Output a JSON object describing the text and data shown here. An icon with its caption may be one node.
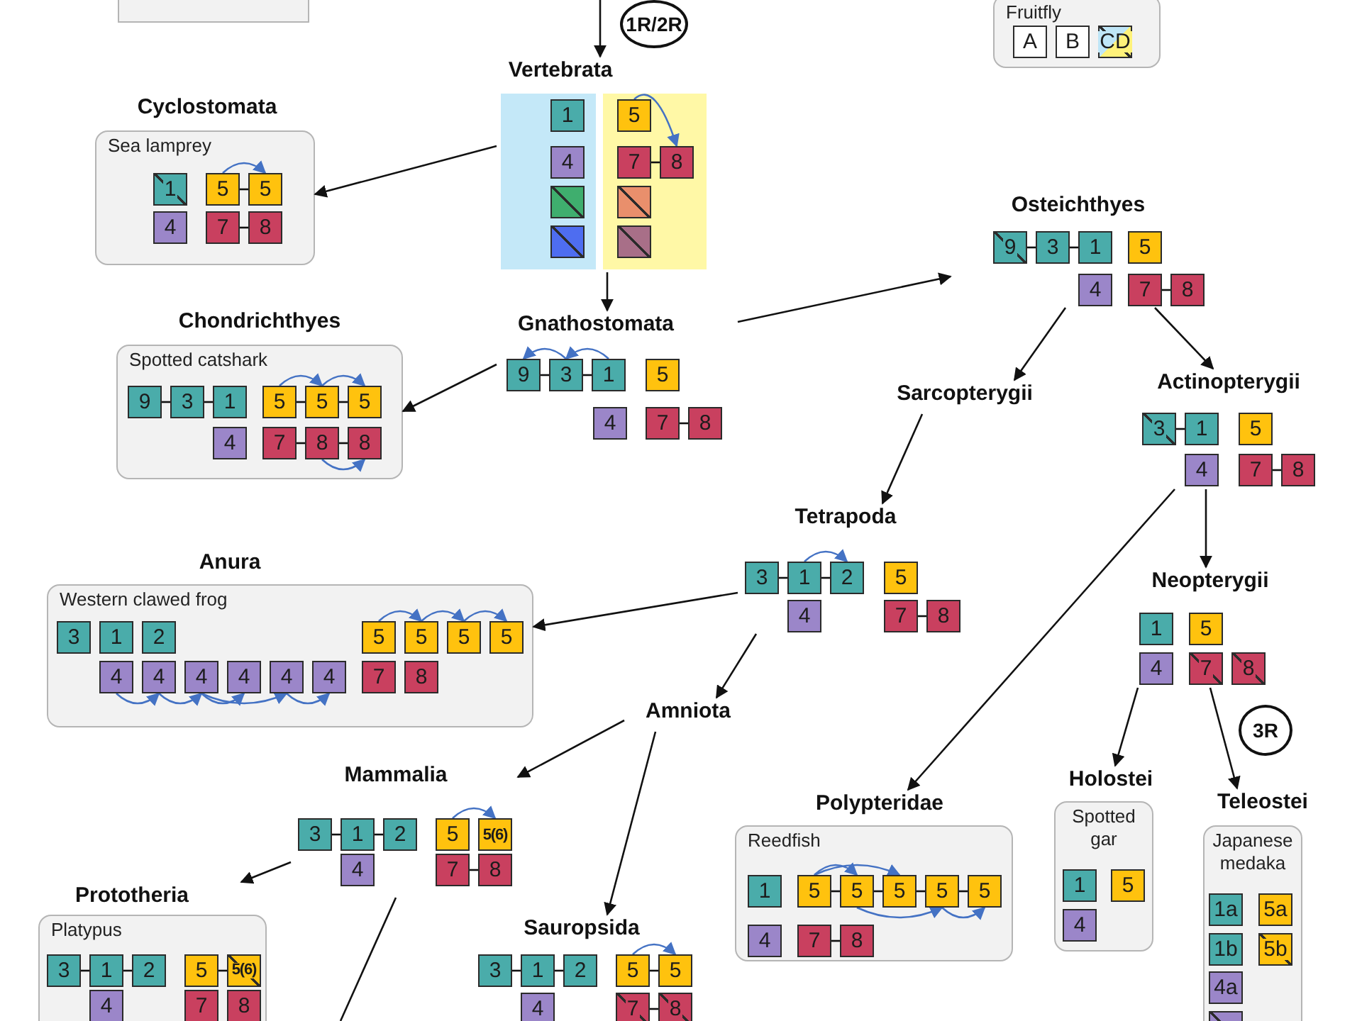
{
  "diagram": {
    "nodes": [
      {
        "text": [],
        "shape": "box"
      },
      {
        "text": [
          "1R/2R"
        ]
      },
      {
        "text": [
          "Fruitfly"
        ]
      },
      {
        "text": [
          "A"
        ],
        "in": 2
      },
      {
        "text": [
          "B"
        ],
        "in": 2
      },
      {
        "text": [
          "CD"
        ],
        "in": 2
      },
      {
        "text": [
          "Vertebrata"
        ]
      },
      {
        "text": [],
        "shape": "box",
        "in": 6
      },
      {
        "text": [
          "1"
        ],
        "in": 7
      },
      {
        "text": [
          "4"
        ],
        "in": 7
      },
      {
        "text": [],
        "shape": "box",
        "in": 7
      },
      {
        "text": [],
        "shape": "box",
        "in": 7
      },
      {
        "text": [],
        "shape": "box",
        "in": 6
      },
      {
        "text": [
          "5"
        ],
        "in": 12
      },
      {
        "text": [
          "7"
        ],
        "in": 12
      },
      {
        "text": [
          "8"
        ],
        "in": 12
      },
      {
        "text": [],
        "shape": "box",
        "in": 12
      },
      {
        "text": [],
        "shape": "box",
        "in": 12
      },
      {
        "text": [
          "Cyclostomata",
          "Sea lamprey"
        ]
      },
      {
        "text": [
          "1"
        ],
        "in": 18
      },
      {
        "text": [
          "5"
        ],
        "in": 18
      },
      {
        "text": [
          "5"
        ],
        "in": 18
      },
      {
        "text": [
          "4"
        ],
        "in": 18
      },
      {
        "text": [
          "7"
        ],
        "in": 18
      },
      {
        "text": [
          "8"
        ],
        "in": 18
      },
      {
        "text": [
          "Osteichthyes"
        ]
      },
      {
        "text": [
          "9"
        ],
        "in": 25
      },
      {
        "text": [
          "3"
        ],
        "in": 25
      },
      {
        "text": [
          "1"
        ],
        "in": 25
      },
      {
        "text": [
          "5"
        ],
        "in": 25
      },
      {
        "text": [
          "4"
        ],
        "in": 25
      },
      {
        "text": [
          "7"
        ],
        "in": 25
      },
      {
        "text": [
          "8"
        ],
        "in": 25
      },
      {
        "text": [
          "Gnathostomata"
        ]
      },
      {
        "text": [
          "9"
        ],
        "in": 33
      },
      {
        "text": [
          "3"
        ],
        "in": 33
      },
      {
        "text": [
          "1"
        ],
        "in": 33
      },
      {
        "text": [
          "5"
        ],
        "in": 33
      },
      {
        "text": [
          "4"
        ],
        "in": 33
      },
      {
        "text": [
          "7"
        ],
        "in": 33
      },
      {
        "text": [
          "8"
        ],
        "in": 33
      },
      {
        "text": [
          "Chondrichthyes",
          "Spotted catshark"
        ]
      },
      {
        "text": [
          "9"
        ],
        "in": 41
      },
      {
        "text": [
          "3"
        ],
        "in": 41
      },
      {
        "text": [
          "1"
        ],
        "in": 41
      },
      {
        "text": [
          "5"
        ],
        "in": 41
      },
      {
        "text": [
          "5"
        ],
        "in": 41
      },
      {
        "text": [
          "5"
        ],
        "in": 41
      },
      {
        "text": [
          "4"
        ],
        "in": 41
      },
      {
        "text": [
          "7"
        ],
        "in": 41
      },
      {
        "text": [
          "8"
        ],
        "in": 41
      },
      {
        "text": [
          "8"
        ],
        "in": 41
      },
      {
        "text": [
          "Sarcopterygii"
        ]
      },
      {
        "text": [
          "Actinopterygii"
        ]
      },
      {
        "text": [
          "3"
        ],
        "in": 53
      },
      {
        "text": [
          "1"
        ],
        "in": 53
      },
      {
        "text": [
          "5"
        ],
        "in": 53
      },
      {
        "text": [
          "4"
        ],
        "in": 53
      },
      {
        "text": [
          "7"
        ],
        "in": 53
      },
      {
        "text": [
          "8"
        ],
        "in": 53
      },
      {
        "text": [
          "Tetrapoda"
        ]
      },
      {
        "text": [
          "3"
        ],
        "in": 60
      },
      {
        "text": [
          "1"
        ],
        "in": 60
      },
      {
        "text": [
          "2"
        ],
        "in": 60
      },
      {
        "text": [
          "5"
        ],
        "in": 60
      },
      {
        "text": [
          "4"
        ],
        "in": 60
      },
      {
        "text": [
          "7"
        ],
        "in": 60
      },
      {
        "text": [
          "8"
        ],
        "in": 60
      },
      {
        "text": [
          "Anura",
          "Western clawed frog"
        ]
      },
      {
        "text": [
          "3"
        ],
        "in": 68
      },
      {
        "text": [
          "1"
        ],
        "in": 68
      },
      {
        "text": [
          "2"
        ],
        "in": 68
      },
      {
        "text": [
          "5"
        ],
        "in": 68
      },
      {
        "text": [
          "5"
        ],
        "in": 68
      },
      {
        "text": [
          "5"
        ],
        "in": 68
      },
      {
        "text": [
          "5"
        ],
        "in": 68
      },
      {
        "text": [
          "4"
        ],
        "in": 68
      },
      {
        "text": [
          "4"
        ],
        "in": 68
      },
      {
        "text": [
          "4"
        ],
        "in": 68
      },
      {
        "text": [
          "4"
        ],
        "in": 68
      },
      {
        "text": [
          "4"
        ],
        "in": 68
      },
      {
        "text": [
          "4"
        ],
        "in": 68
      },
      {
        "text": [
          "7"
        ],
        "in": 68
      },
      {
        "text": [
          "8"
        ],
        "in": 68
      },
      {
        "text": [
          "Neopterygii"
        ]
      },
      {
        "text": [
          "1"
        ],
        "in": 84
      },
      {
        "text": [
          "5"
        ],
        "in": 84
      },
      {
        "text": [
          "4"
        ],
        "in": 84
      },
      {
        "text": [
          "7"
        ],
        "in": 84
      },
      {
        "text": [
          "8"
        ],
        "in": 84
      },
      {
        "text": [
          "Amniota"
        ]
      },
      {
        "text": [
          "3R"
        ]
      },
      {
        "text": [
          "Mammalia"
        ]
      },
      {
        "text": [
          "3"
        ],
        "in": 92
      },
      {
        "text": [
          "1"
        ],
        "in": 92
      },
      {
        "text": [
          "2"
        ],
        "in": 92
      },
      {
        "text": [
          "5"
        ],
        "in": 92
      },
      {
        "text": [
          "5(6)"
        ],
        "in": 92
      },
      {
        "text": [
          "4"
        ],
        "in": 92
      },
      {
        "text": [
          "7"
        ],
        "in": 92
      },
      {
        "text": [
          "8"
        ],
        "in": 92
      },
      {
        "text": [
          "Holostei",
          "Spotted gar"
        ]
      },
      {
        "text": [
          "1"
        ],
        "in": 101
      },
      {
        "text": [
          "5"
        ],
        "in": 101
      },
      {
        "text": [
          "4"
        ],
        "in": 101
      },
      {
        "text": [
          "Polypteridae",
          "Reedfish"
        ]
      },
      {
        "text": [
          "1"
        ],
        "in": 105
      },
      {
        "text": [
          "5"
        ],
        "in": 105
      },
      {
        "text": [
          "5"
        ],
        "in": 105
      },
      {
        "text": [
          "5"
        ],
        "in": 105
      },
      {
        "text": [
          "5"
        ],
        "in": 105
      },
      {
        "text": [
          "5"
        ],
        "in": 105
      },
      {
        "text": [
          "4"
        ],
        "in": 105
      },
      {
        "text": [
          "7"
        ],
        "in": 105
      },
      {
        "text": [
          "8"
        ],
        "in": 105
      },
      {
        "text": [
          "Teleostei",
          "Japanese medaka"
        ]
      },
      {
        "text": [
          "1a"
        ],
        "in": 115
      },
      {
        "text": [
          "5a"
        ],
        "in": 115
      },
      {
        "text": [
          "1b"
        ],
        "in": 115
      },
      {
        "text": [
          "5b"
        ],
        "in": 115
      },
      {
        "text": [
          "4a"
        ],
        "in": 115
      },
      {
        "text": [],
        "shape": "box",
        "in": 115
      },
      {
        "text": [
          "Prototheria",
          "Platypus"
        ]
      },
      {
        "text": [
          "3"
        ],
        "in": 122
      },
      {
        "text": [
          "1"
        ],
        "in": 122
      },
      {
        "text": [
          "2"
        ],
        "in": 122
      },
      {
        "text": [
          "5"
        ],
        "in": 122
      },
      {
        "text": [
          "5(6)"
        ],
        "in": 122
      },
      {
        "text": [
          "4"
        ],
        "in": 122
      },
      {
        "text": [
          "7"
        ],
        "in": 122
      },
      {
        "text": [
          "8"
        ],
        "in": 122
      },
      {
        "text": [
          "Sauropsida"
        ]
      },
      {
        "text": [
          "3"
        ],
        "in": 131
      },
      {
        "text": [
          "1"
        ],
        "in": 131
      },
      {
        "text": [
          "2"
        ],
        "in": 131
      },
      {
        "text": [
          "5"
        ],
        "in": 131
      },
      {
        "text": [
          "5"
        ],
        "in": 131
      },
      {
        "text": [
          "4"
        ],
        "in": 131
      },
      {
        "text": [
          "7"
        ],
        "in": 131
      },
      {
        "text": [
          "8"
        ],
        "in": 131
      }
    ],
    "edges": [
      {
        "from": null,
        "to": 6,
        "arrow": "to"
      },
      {
        "from": 6,
        "to": 18,
        "arrow": "to"
      },
      {
        "from": 6,
        "to": 33,
        "arrow": "to"
      },
      {
        "from": 33,
        "to": 41,
        "arrow": "to"
      },
      {
        "from": 33,
        "to": 25,
        "arrow": "to"
      },
      {
        "from": 25,
        "to": 52,
        "arrow": "to"
      },
      {
        "from": 25,
        "to": 53,
        "arrow": "to"
      },
      {
        "from": 52,
        "to": 60,
        "arrow": "to"
      },
      {
        "from": 60,
        "to": 68,
        "arrow": "to"
      },
      {
        "from": 60,
        "to": 90,
        "arrow": "to"
      },
      {
        "from": 90,
        "to": 92,
        "arrow": "to"
      },
      {
        "from": 90,
        "to": 131,
        "arrow": "to"
      },
      {
        "from": 92,
        "to": 122,
        "arrow": "to"
      },
      {
        "from": 92,
        "to": null,
        "arrow": "none"
      },
      {
        "from": 53,
        "to": 105,
        "arrow": "to"
      },
      {
        "from": 53,
        "to": 84,
        "arrow": "to"
      },
      {
        "from": 84,
        "to": 101,
        "arrow": "to"
      },
      {
        "from": 84,
        "to": 115,
        "arrow": "to"
      },
      {
        "from": 13,
        "to": 15,
        "arrow": "to",
        "color": "#4472c4"
      },
      {
        "from": 20,
        "to": 21,
        "arrow": "to",
        "color": "#4472c4"
      },
      {
        "from": 36,
        "to": 35,
        "arrow": "to",
        "color": "#4472c4"
      },
      {
        "from": 35,
        "to": 34,
        "arrow": "to",
        "color": "#4472c4"
      },
      {
        "from": 45,
        "to": 46,
        "arrow": "to",
        "color": "#4472c4"
      },
      {
        "from": 46,
        "to": 47,
        "arrow": "to",
        "color": "#4472c4"
      },
      {
        "from": 50,
        "to": 51,
        "arrow": "to",
        "color": "#4472c4"
      },
      {
        "from": 62,
        "to": 63,
        "arrow": "to",
        "color": "#4472c4"
      },
      {
        "from": 72,
        "to": 73,
        "arrow": "to",
        "color": "#4472c4"
      },
      {
        "from": 73,
        "to": 74,
        "arrow": "to",
        "color": "#4472c4"
      },
      {
        "from": 74,
        "to": 75,
        "arrow": "to",
        "color": "#4472c4"
      },
      {
        "from": 76,
        "to": 77,
        "arrow": "to",
        "color": "#4472c4"
      },
      {
        "from": 77,
        "to": 78,
        "arrow": "to",
        "color": "#4472c4"
      },
      {
        "from": 78,
        "to": 79,
        "arrow": "to",
        "color": "#4472c4"
      },
      {
        "from": 78,
        "to": 80,
        "arrow": "to",
        "color": "#4472c4"
      },
      {
        "from": 80,
        "to": 81,
        "arrow": "to",
        "color": "#4472c4"
      },
      {
        "from": 96,
        "to": 97,
        "arrow": "to",
        "color": "#4472c4"
      },
      {
        "from": 107,
        "to": 108,
        "arrow": "to",
        "color": "#4472c4"
      },
      {
        "from": 107,
        "to": 109,
        "arrow": "to",
        "color": "#4472c4"
      },
      {
        "from": 108,
        "to": 110,
        "arrow": "to",
        "color": "#4472c4"
      },
      {
        "from": 110,
        "to": 111,
        "arrow": "to",
        "color": "#4472c4"
      },
      {
        "from": 135,
        "to": 136,
        "arrow": "to",
        "color": "#4472c4"
      },
      {
        "from": 14,
        "to": 15,
        "arrow": "none"
      },
      {
        "from": 20,
        "to": 21,
        "arrow": "none"
      },
      {
        "from": 23,
        "to": 24,
        "arrow": "none"
      },
      {
        "from": 26,
        "to": 27,
        "arrow": "none"
      },
      {
        "from": 27,
        "to": 28,
        "arrow": "none"
      },
      {
        "from": 31,
        "to": 32,
        "arrow": "none"
      },
      {
        "from": 34,
        "to": 35,
        "arrow": "none"
      },
      {
        "from": 35,
        "to": 36,
        "arrow": "none"
      },
      {
        "from": 39,
        "to": 40,
        "arrow": "none"
      },
      {
        "from": 42,
        "to": 43,
        "arrow": "none"
      },
      {
        "from": 43,
        "to": 44,
        "arrow": "none"
      },
      {
        "from": 45,
        "to": 46,
        "arrow": "none"
      },
      {
        "from": 46,
        "to": 47,
        "arrow": "none"
      },
      {
        "from": 49,
        "to": 50,
        "arrow": "none"
      },
      {
        "from": 50,
        "to": 51,
        "arrow": "none"
      },
      {
        "from": 54,
        "to": 55,
        "arrow": "none"
      },
      {
        "from": 58,
        "to": 59,
        "arrow": "none"
      },
      {
        "from": 61,
        "to": 62,
        "arrow": "none"
      },
      {
        "from": 62,
        "to": 63,
        "arrow": "none"
      },
      {
        "from": 66,
        "to": 67,
        "arrow": "none"
      },
      {
        "from": 93,
        "to": 94,
        "arrow": "none"
      },
      {
        "from": 94,
        "to": 95,
        "arrow": "none"
      },
      {
        "from": 99,
        "to": 100,
        "arrow": "none"
      },
      {
        "from": 123,
        "to": 124,
        "arrow": "none"
      },
      {
        "from": 124,
        "to": 125,
        "arrow": "none"
      },
      {
        "from": 126,
        "to": 127,
        "arrow": "none"
      },
      {
        "from": 132,
        "to": 133,
        "arrow": "none"
      },
      {
        "from": 133,
        "to": 134,
        "arrow": "none"
      },
      {
        "from": 135,
        "to": 136,
        "arrow": "none"
      },
      {
        "from": 138,
        "to": 139,
        "arrow": "none"
      },
      {
        "from": 107,
        "to": 108,
        "arrow": "none"
      },
      {
        "from": 108,
        "to": 109,
        "arrow": "none"
      },
      {
        "from": 109,
        "to": 110,
        "arrow": "none"
      },
      {
        "from": 110,
        "to": 111,
        "arrow": "none"
      },
      {
        "from": 113,
        "to": 114,
        "arrow": "none"
      }
    ]
  }
}
